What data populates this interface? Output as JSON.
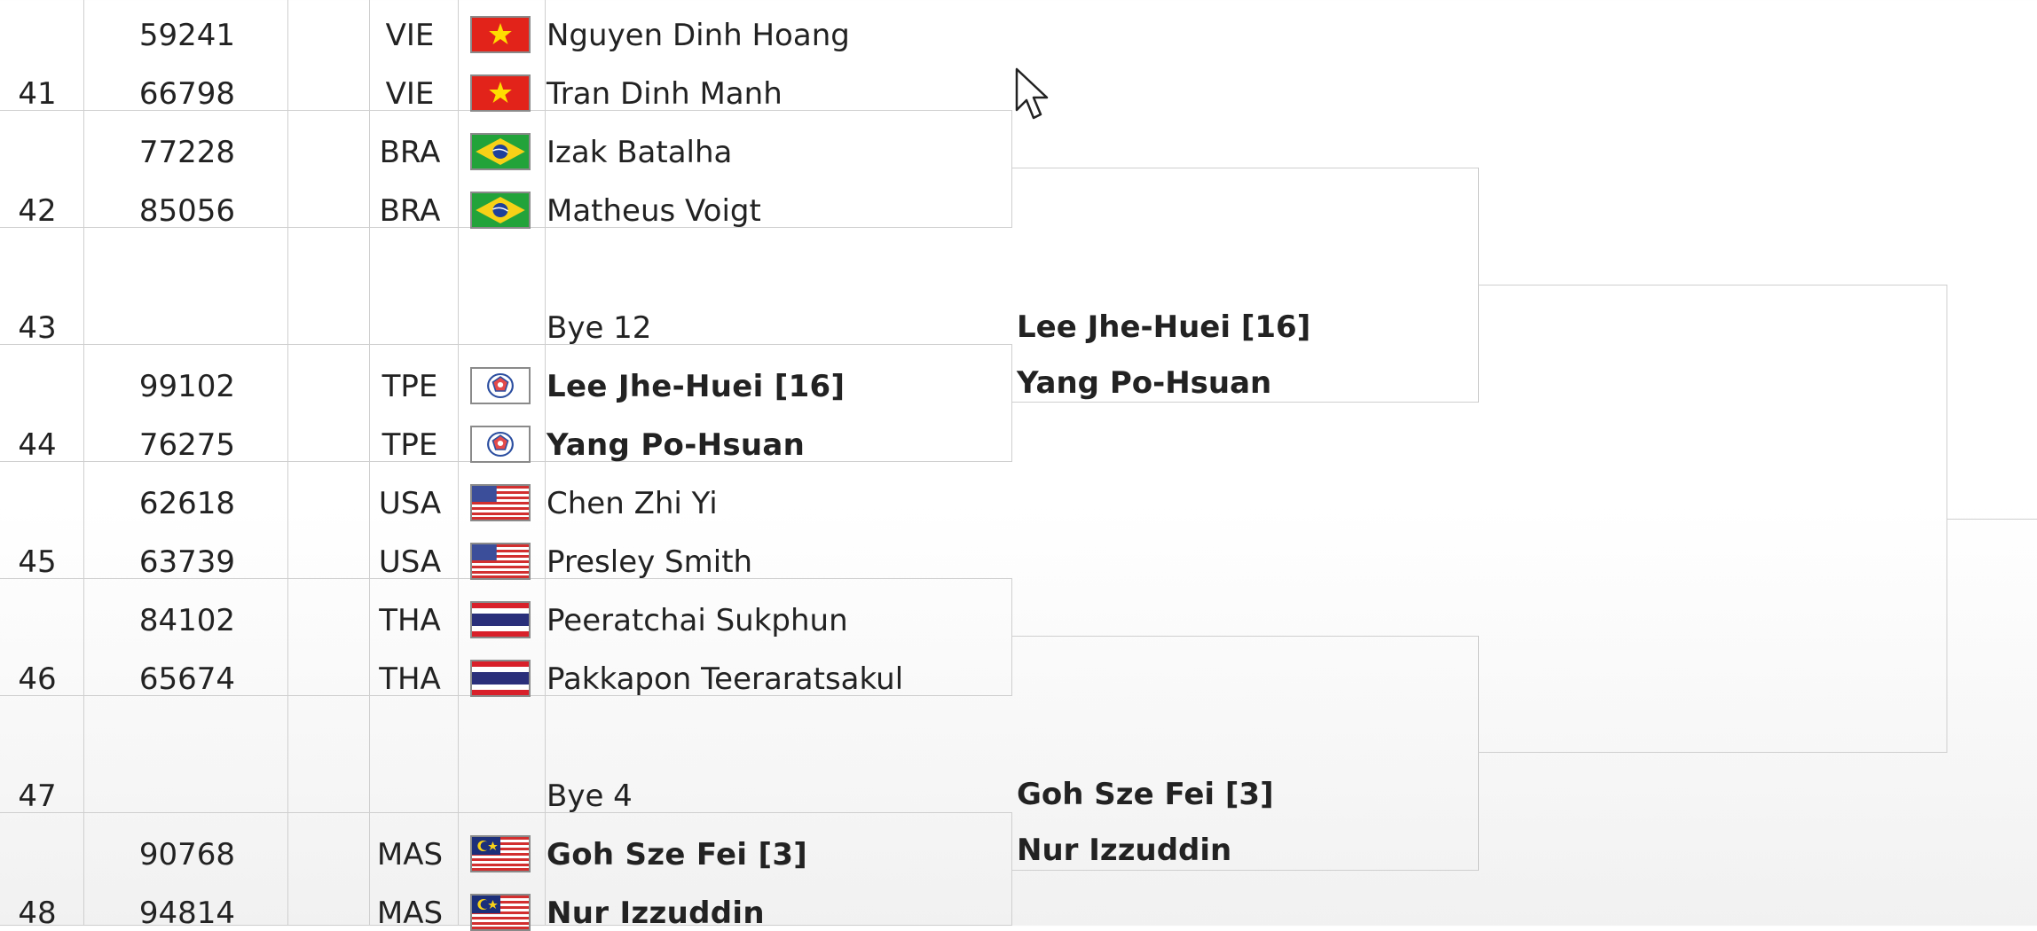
{
  "rows": [
    {
      "match": "",
      "id": "59241",
      "country": "VIE",
      "flag": "vietnam-flag-icon",
      "name": "Nguyen Dinh Hoang",
      "winner": false
    },
    {
      "match": "41",
      "id": "66798",
      "country": "VIE",
      "flag": "vietnam-flag-icon",
      "name": "Tran Dinh Manh",
      "winner": false
    },
    {
      "match": "",
      "id": "77228",
      "country": "BRA",
      "flag": "brazil-flag-icon",
      "name": "Izak Batalha",
      "winner": false
    },
    {
      "match": "42",
      "id": "85056",
      "country": "BRA",
      "flag": "brazil-flag-icon",
      "name": "Matheus Voigt",
      "winner": false
    },
    {
      "match": "",
      "id": "",
      "country": "",
      "flag": "",
      "name": "",
      "winner": false
    },
    {
      "match": "43",
      "id": "",
      "country": "",
      "flag": "",
      "name": "Bye 12",
      "winner": false
    },
    {
      "match": "",
      "id": "99102",
      "country": "TPE",
      "flag": "chinese-taipei-flag-icon",
      "name": "Lee Jhe-Huei [16]",
      "winner": true
    },
    {
      "match": "44",
      "id": "76275",
      "country": "TPE",
      "flag": "chinese-taipei-flag-icon",
      "name": "Yang Po-Hsuan",
      "winner": true
    },
    {
      "match": "",
      "id": "62618",
      "country": "USA",
      "flag": "usa-flag-icon",
      "name": "Chen Zhi Yi",
      "winner": false
    },
    {
      "match": "45",
      "id": "63739",
      "country": "USA",
      "flag": "usa-flag-icon",
      "name": "Presley Smith",
      "winner": false
    },
    {
      "match": "",
      "id": "84102",
      "country": "THA",
      "flag": "thailand-flag-icon",
      "name": "Peeratchai Sukphun",
      "winner": false
    },
    {
      "match": "46",
      "id": "65674",
      "country": "THA",
      "flag": "thailand-flag-icon",
      "name": "Pakkapon Teeraratsakul",
      "winner": false
    },
    {
      "match": "",
      "id": "",
      "country": "",
      "flag": "",
      "name": "",
      "winner": false
    },
    {
      "match": "47",
      "id": "",
      "country": "",
      "flag": "",
      "name": "Bye 4",
      "winner": false
    },
    {
      "match": "",
      "id": "90768",
      "country": "MAS",
      "flag": "malaysia-flag-icon",
      "name": "Goh Sze Fei [3]",
      "winner": true
    },
    {
      "match": "48",
      "id": "94814",
      "country": "MAS",
      "flag": "malaysia-flag-icon",
      "name": "Nur Izzuddin",
      "winner": true
    }
  ],
  "round2": [
    {
      "player1": "Lee Jhe-Huei [16]",
      "player2": "Yang Po-Hsuan"
    },
    {
      "player1": "Goh Sze Fei [3]",
      "player2": "Nur Izzuddin"
    }
  ],
  "colors": {
    "line": "#cfcfcf",
    "text": "#222222"
  }
}
